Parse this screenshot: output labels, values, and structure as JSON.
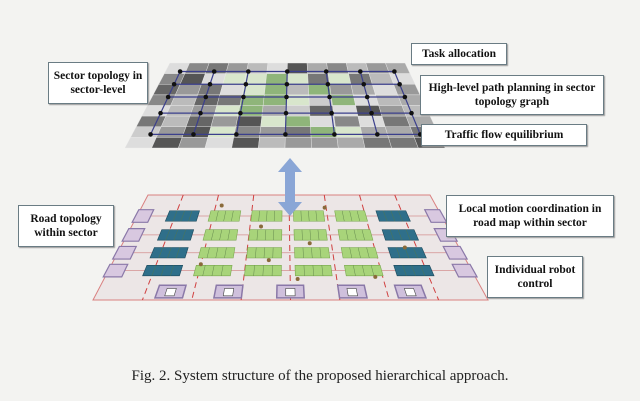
{
  "labels": {
    "sector_topology": "Sector topology in sector-level",
    "task_allocation": "Task allocation",
    "high_level_path": "High-level path planning in sector topology graph",
    "traffic_flow": "Traffic flow equilibrium",
    "road_topology": "Road topology within sector",
    "local_motion": "Local motion coordination in road map within sector",
    "individual_robot": "Individual robot control"
  },
  "caption": "Fig. 2.   System structure of the proposed hierarchical approach.",
  "colors": {
    "graph_edge": "#3b3f8c",
    "arrow": "#8aa6d6",
    "plane_border": "#d98080",
    "green_block": "#a8d47a",
    "blue_block": "#2f6f8a",
    "station": "#8a78a8"
  }
}
